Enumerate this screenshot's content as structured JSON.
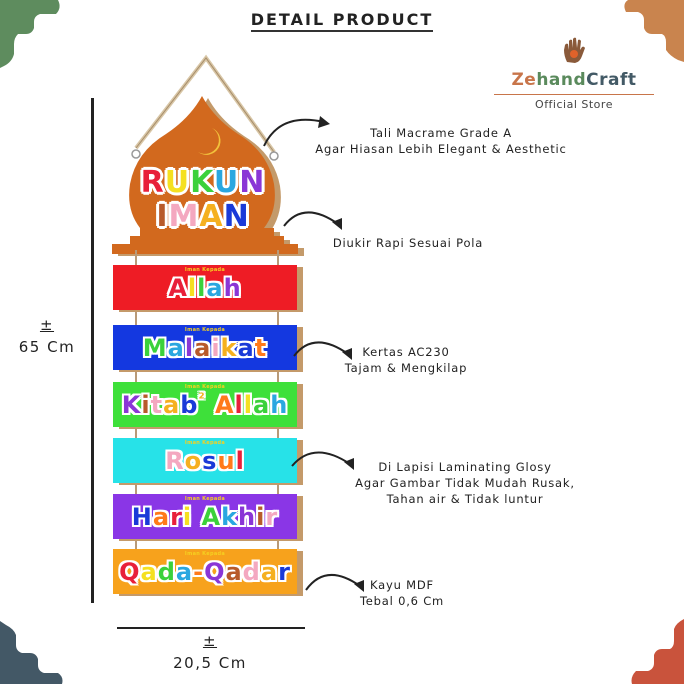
{
  "header": {
    "title": "DETAIL PRODUCT"
  },
  "brand": {
    "name_part1": "Ze",
    "name_part2": "hand",
    "name_part3": "Craft",
    "subtitle": "Official Store",
    "icon": "hand-icon"
  },
  "product": {
    "head": {
      "line1": "RUKUN",
      "line2": "IMAN",
      "icon": "crescent-moon-icon",
      "color": "#d2691e"
    },
    "boards": [
      {
        "small": "Iman Kepada",
        "label": "Allah",
        "bg": "#ee1c25"
      },
      {
        "small": "Iman Kepada",
        "label": "Malaikat",
        "bg": "#1438e0"
      },
      {
        "small": "Iman Kepada",
        "label": "Kitab² Allah",
        "bg": "#3ee03a"
      },
      {
        "small": "Iman Kepada",
        "label": "Rosul",
        "bg": "#27e2e8"
      },
      {
        "small": "Iman Kepada",
        "label": "Hari Akhir",
        "bg": "#8a36e6"
      },
      {
        "small": "Iman Kepada",
        "label": "Qada-Qadar",
        "bg": "#f7a21c"
      }
    ]
  },
  "annotations": [
    {
      "line1": "Tali Macrame Grade A",
      "line2": "Agar Hiasan Lebih Elegant & Aesthetic"
    },
    {
      "line1": "Diukir Rapi Sesuai Pola"
    },
    {
      "line1": "Kertas AC230",
      "line2": "Tajam & Mengkilap"
    },
    {
      "line1": "Di Lapisi Laminating Glosy",
      "line2": "Agar Gambar Tidak Mudah Rusak,",
      "line3": "Tahan air & Tidak luntur"
    },
    {
      "line1": "Kayu MDF",
      "line2": "Tebal 0,6 Cm"
    }
  ],
  "dimensions": {
    "height": {
      "pm": "±",
      "value": "65 Cm"
    },
    "width": {
      "pm": "±",
      "value": "20,5 Cm"
    }
  },
  "corner_colors": {
    "top_left": "#5e8c5e",
    "top_right": "#c9844e",
    "bottom_left": "#435866",
    "bottom_right": "#c9533c"
  }
}
